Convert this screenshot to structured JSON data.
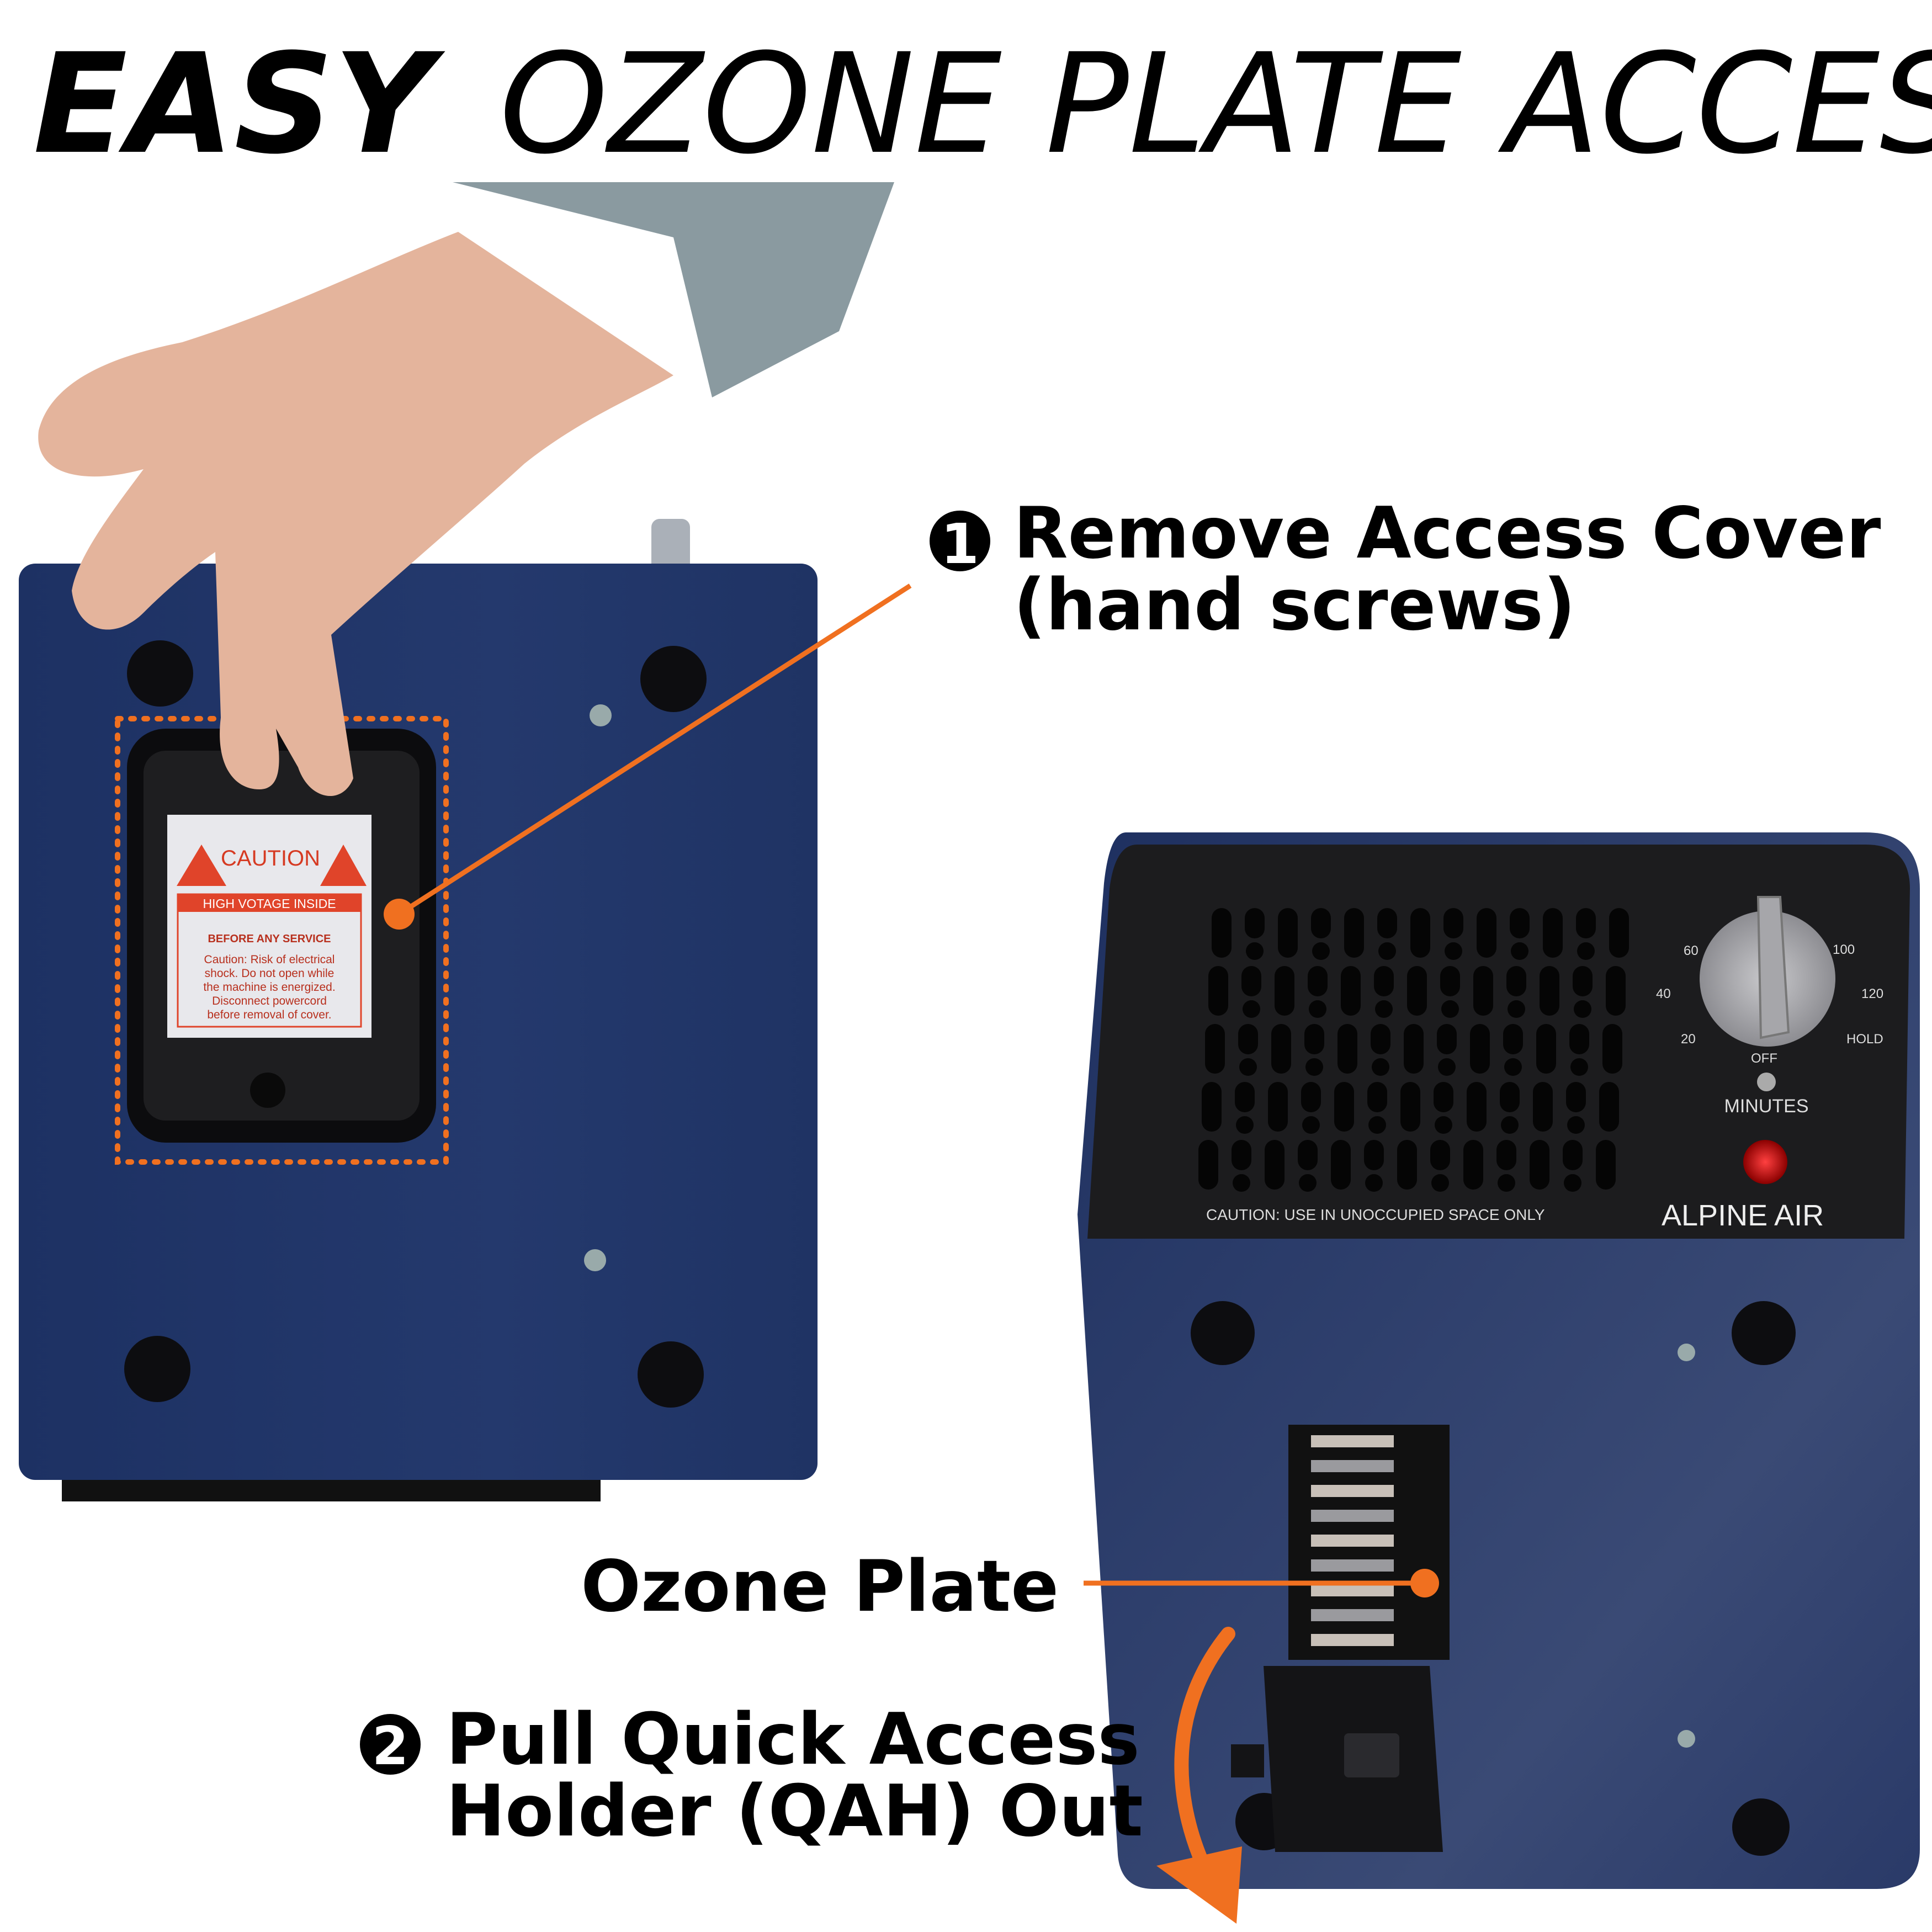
{
  "title": {
    "bold": "EASY",
    "rest": "OZONE PLATE ACCESS"
  },
  "steps": [
    {
      "number": "1",
      "line1": "Remove Access Cover",
      "line2": "(hand screws)"
    },
    {
      "number": "2",
      "line1": "Pull Quick Access",
      "line2": "Holder (QAH) Out"
    }
  ],
  "callout_ozone_plate": "Ozone Plate",
  "caution_label": {
    "heading": "CAUTION",
    "banner": "HIGH VOTAGE INSIDE",
    "subheading": "BEFORE  ANY  SERVICE",
    "body": [
      "Caution: Risk of electrical",
      "shock. Do not open while",
      "the machine is energized.",
      "Disconnect powercord",
      "before removal of  cover."
    ]
  },
  "control_panel": {
    "dial_marks": [
      "60",
      "100",
      "40",
      "120",
      "20",
      "HOLD",
      "OFF"
    ],
    "dial_label": "MINUTES",
    "warning": "CAUTION:   USE IN UNOCCUPIED SPACE ONLY",
    "brand": "ALPINE AIR"
  },
  "colors": {
    "accent": "#f07020",
    "device_blue": "#233a6b",
    "panel_black": "#1c1c1e",
    "label_red": "#e0442a"
  }
}
